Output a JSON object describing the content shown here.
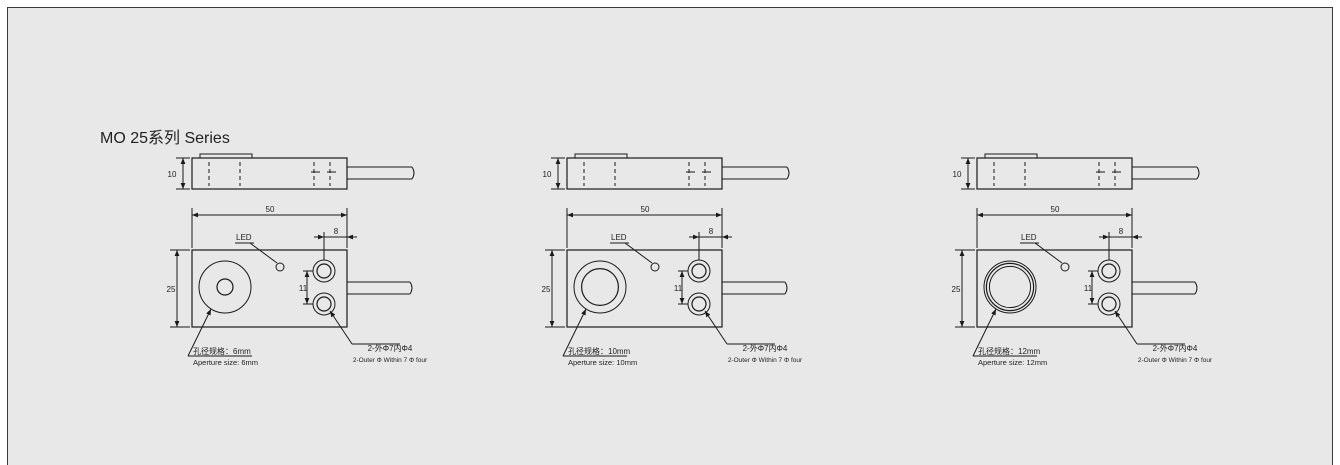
{
  "title": "MO 25系列 Series",
  "colors": {
    "background": "#e8e8e9",
    "line": "#1a1a1a"
  },
  "drawings": [
    {
      "dims": {
        "height_side": "10",
        "length": "50",
        "offset": "8",
        "height": "25",
        "spacing": "11"
      },
      "led_label": "LED",
      "aperture_cn": "孔径规格：6mm",
      "aperture_en": "Aperture size: 6mm",
      "aperture_diameter_mm": 6,
      "holes_cn": "2-外Φ7内Φ4",
      "holes_en": "2-Outer Φ Within 7 Φ four"
    },
    {
      "dims": {
        "height_side": "10",
        "length": "50",
        "offset": "8",
        "height": "25",
        "spacing": "11"
      },
      "led_label": "LED",
      "aperture_cn": "孔径规格：10mm",
      "aperture_en": "Aperture size: 10mm",
      "aperture_diameter_mm": 10,
      "holes_cn": "2-外Φ7内Φ4",
      "holes_en": "2-Outer Φ Within 7 Φ four"
    },
    {
      "dims": {
        "height_side": "10",
        "length": "50",
        "offset": "8",
        "height": "25",
        "spacing": "11"
      },
      "led_label": "LED",
      "aperture_cn": "孔径规格：12mm",
      "aperture_en": "Aperture size: 12mm",
      "aperture_diameter_mm": 12,
      "holes_cn": "2-外Φ7内Φ4",
      "holes_en": "2-Outer Φ Within 7 Φ four"
    }
  ]
}
